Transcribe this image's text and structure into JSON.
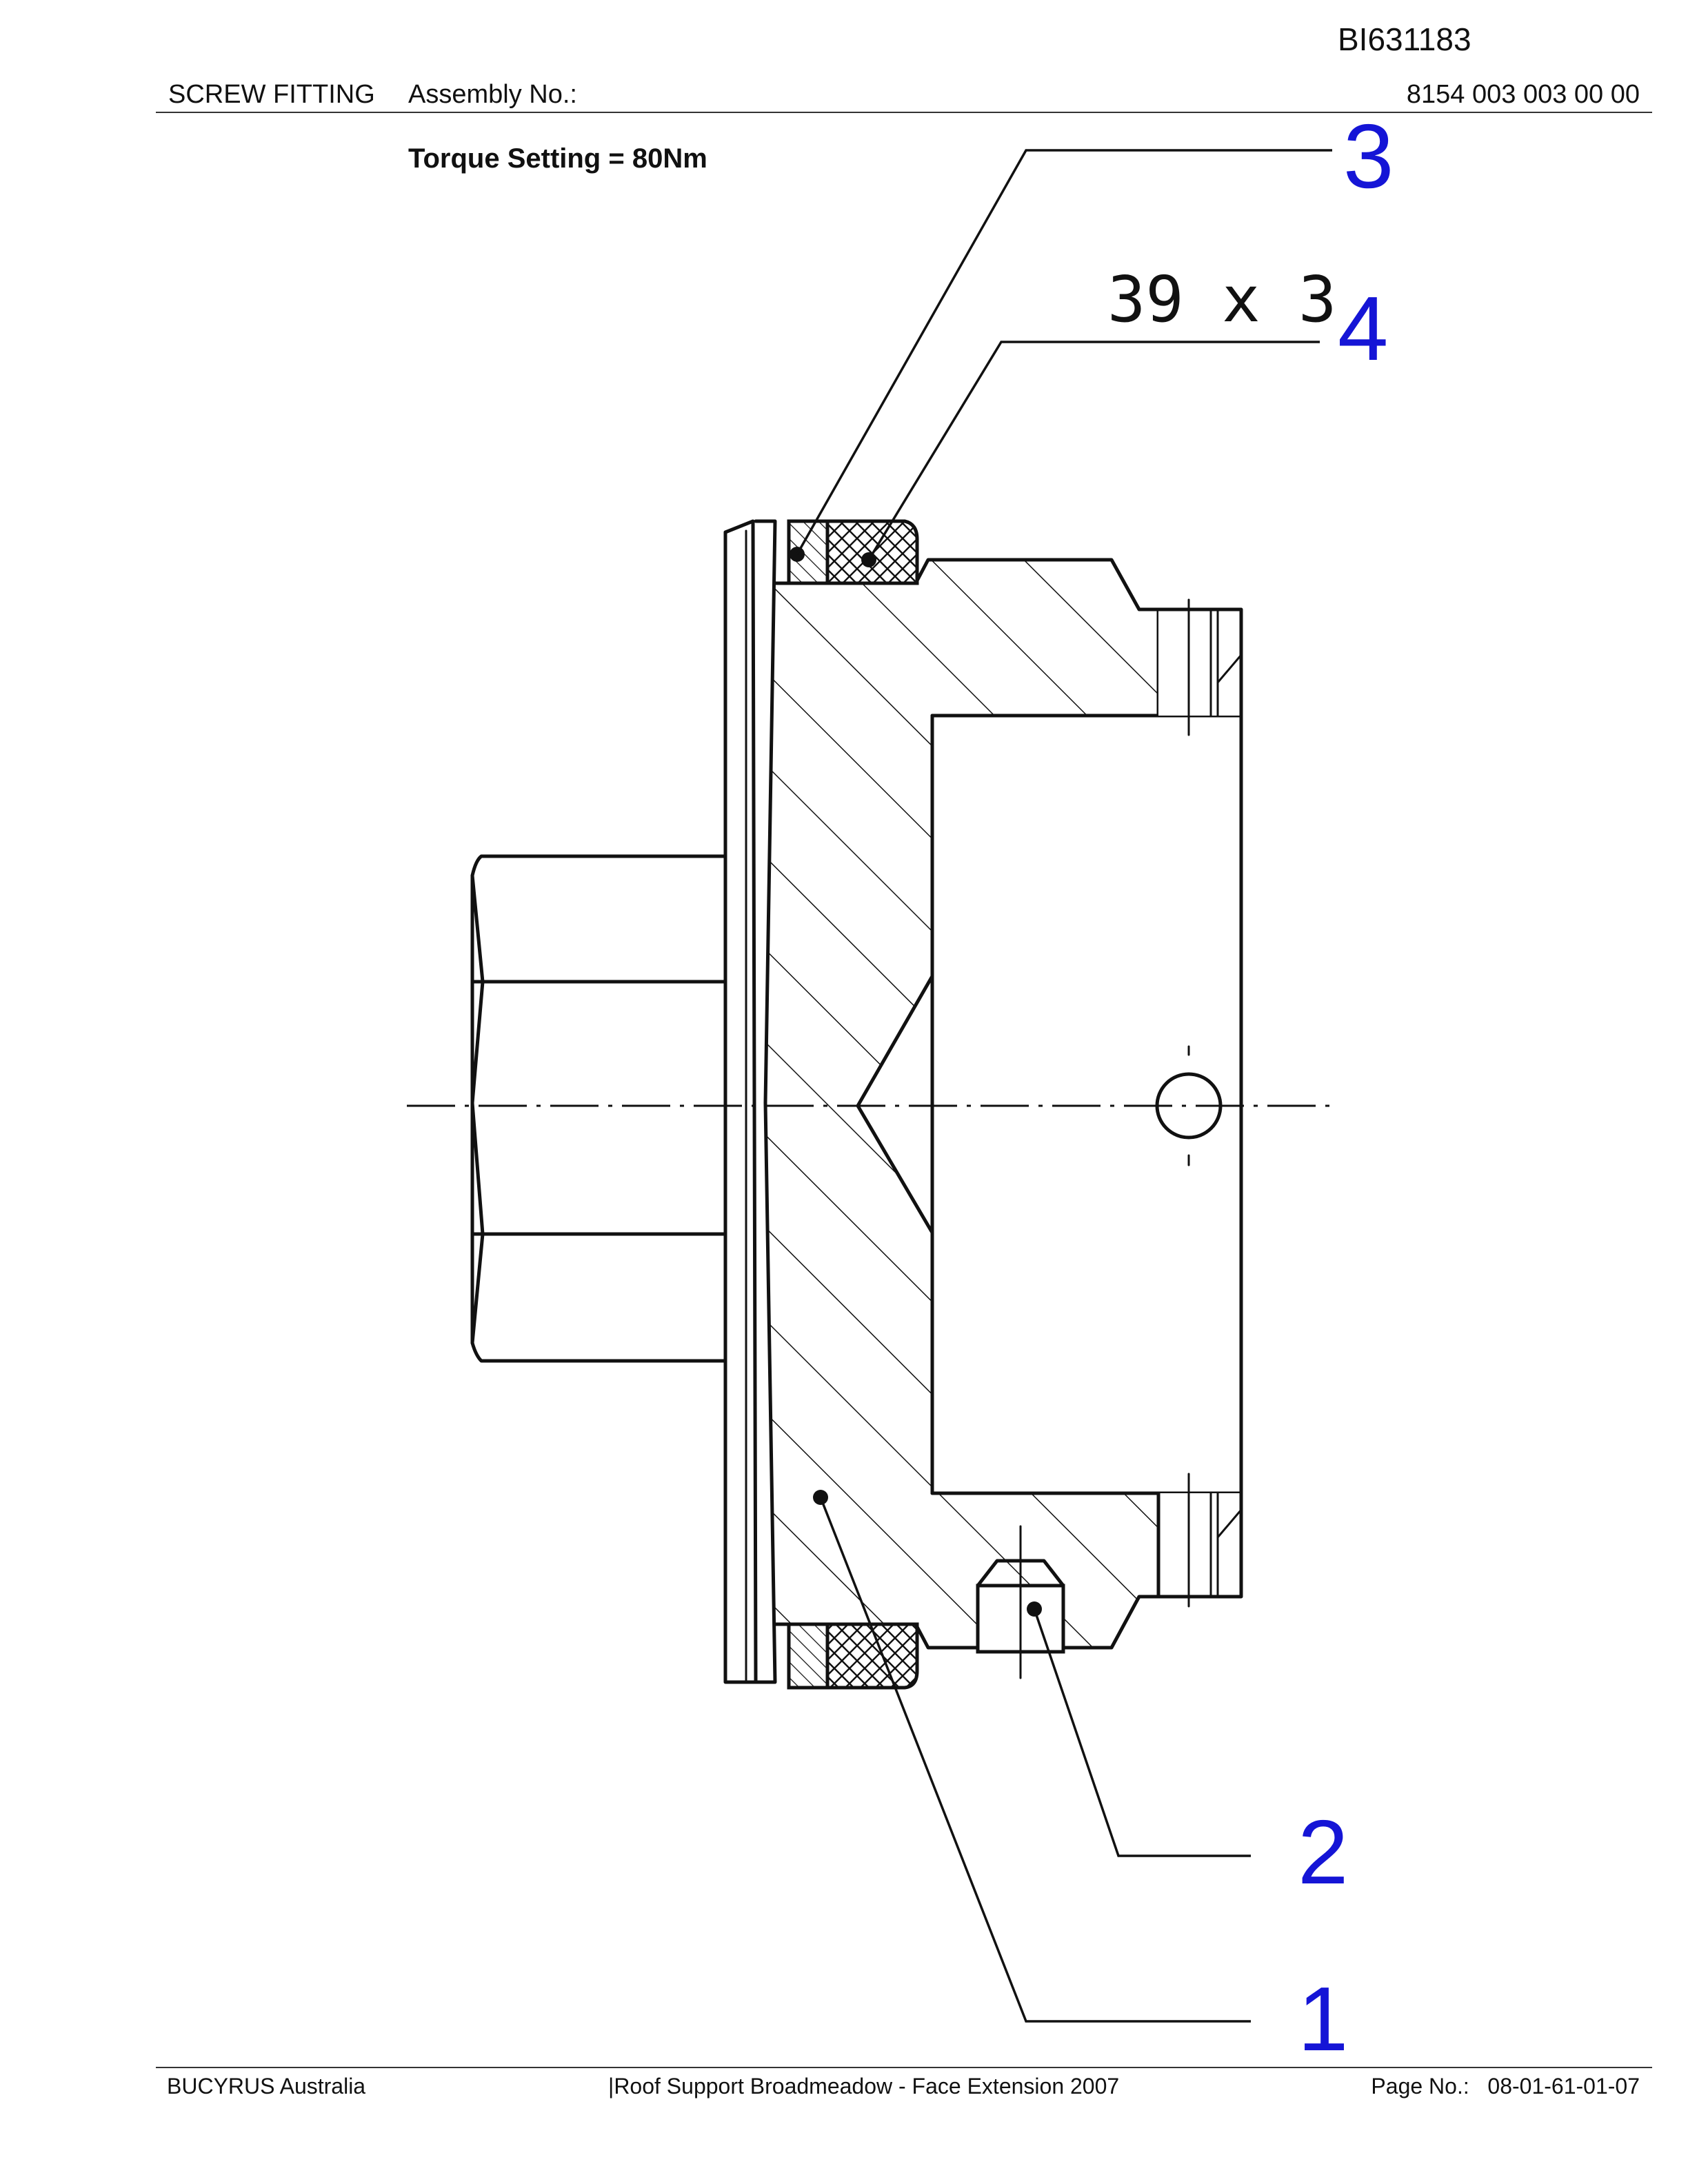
{
  "header": {
    "doc_id": "BI631183",
    "title": "SCREW FITTING",
    "assembly_label": "Assembly No.:",
    "assembly_number": "8154 003 003 00 00"
  },
  "drawing": {
    "torque_note": "Torque Setting = 80Nm",
    "dimension_label": "39 x 3",
    "callouts": [
      "3",
      "4",
      "2",
      "1"
    ],
    "callout_color": "#1515d6"
  },
  "footer": {
    "company": "BUCYRUS Australia",
    "project": "|Roof Support Broadmeadow - Face Extension 2007",
    "page_label": "Page No.:",
    "page_number": "08-01-61-01-07"
  }
}
